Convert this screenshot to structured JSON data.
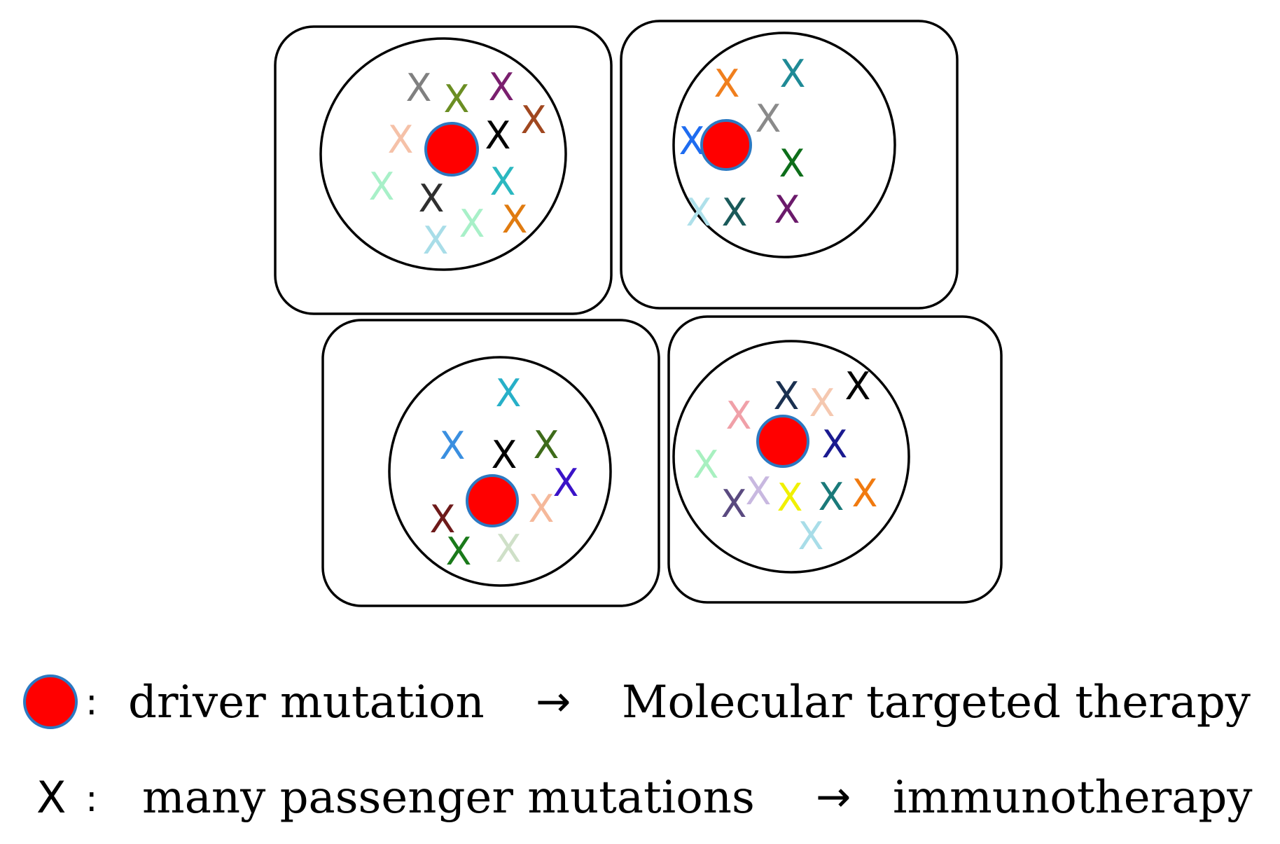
{
  "cells": [
    {
      "passengers": [
        {
          "label": "X",
          "color": "#808080"
        },
        {
          "label": "X",
          "color": "#6b8e23"
        },
        {
          "label": "X",
          "color": "#7a1f6e"
        },
        {
          "label": "X",
          "color": "#a0471f"
        },
        {
          "label": "X",
          "color": "#f5c1a8"
        },
        {
          "label": "X",
          "color": "#000000"
        },
        {
          "label": "X",
          "color": "#a8f0c8"
        },
        {
          "label": "X",
          "color": "#2bb8c0"
        },
        {
          "label": "X",
          "color": "#2f2f2f"
        },
        {
          "label": "X",
          "color": "#a8f0c8"
        },
        {
          "label": "X",
          "color": "#e07b10"
        },
        {
          "label": "X",
          "color": "#a8dde8"
        }
      ]
    },
    {
      "passengers": [
        {
          "label": "X",
          "color": "#f07f1e"
        },
        {
          "label": "X",
          "color": "#1f8a96"
        },
        {
          "label": "X",
          "color": "#8a8a8a"
        },
        {
          "label": "X",
          "color": "#1e6cf0"
        },
        {
          "label": "X",
          "color": "#0d6e1a"
        },
        {
          "label": "X",
          "color": "#aee0ea"
        },
        {
          "label": "X",
          "color": "#1a5a5a"
        },
        {
          "label": "X",
          "color": "#6b1a6b"
        }
      ]
    },
    {
      "passengers": [
        {
          "label": "X",
          "color": "#27b0c8"
        },
        {
          "label": "X",
          "color": "#3a8fe0"
        },
        {
          "label": "X",
          "color": "#000000"
        },
        {
          "label": "X",
          "color": "#3e6b1a"
        },
        {
          "label": "X",
          "color": "#3a13c8"
        },
        {
          "label": "X",
          "color": "#6e1a1a"
        },
        {
          "label": "X",
          "color": "#f5b89a"
        },
        {
          "label": "X",
          "color": "#1a7a1a"
        },
        {
          "label": "X",
          "color": "#cfe0c8"
        }
      ]
    },
    {
      "passengers": [
        {
          "label": "X",
          "color": "#1a3050"
        },
        {
          "label": "X",
          "color": "#f5c8b0"
        },
        {
          "label": "X",
          "color": "#000000"
        },
        {
          "label": "X",
          "color": "#f0a0a8"
        },
        {
          "label": "X",
          "color": "#1a1a90"
        },
        {
          "label": "X",
          "color": "#a8f0c0"
        },
        {
          "label": "X",
          "color": "#c8b8e0"
        },
        {
          "label": "X",
          "color": "#5a4a80"
        },
        {
          "label": "X",
          "color": "#f0f000"
        },
        {
          "label": "X",
          "color": "#1a7a7a"
        },
        {
          "label": "X",
          "color": "#f07a10"
        },
        {
          "label": "X",
          "color": "#a8dde8"
        }
      ]
    }
  ],
  "colors": {
    "driver_fill": "#ff0000",
    "driver_outline": "#2b79c2"
  },
  "legend": {
    "driver": {
      "colon": ":",
      "label": "driver mutation",
      "arrow": "→",
      "therapy": "Molecular targeted therapy"
    },
    "passenger": {
      "marker": "X",
      "colon": ":",
      "label": "many passenger mutations",
      "arrow": "→",
      "therapy": "immunotherapy"
    }
  }
}
